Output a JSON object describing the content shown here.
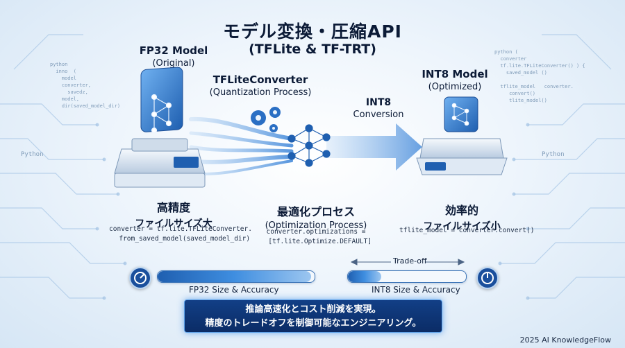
{
  "title": "モデル変換・圧縮API",
  "subtitle": "(TFLite & TF-TRT)",
  "fp32": {
    "name": "FP32 Model",
    "note": "(Original)"
  },
  "converter": {
    "name": "TFLiteConverter",
    "note": "(Quantization Process)"
  },
  "int8_conv": {
    "name": "INT8",
    "note": "Conversion"
  },
  "int8": {
    "name": "INT8 Model",
    "note": "(Optimized)"
  },
  "left_section": {
    "line1": "高精度",
    "line2": "ファイルサイズ大",
    "code": "converter = tf.lite.TFLiteConverter.\n  from_saved_model(saved_model_dir)"
  },
  "mid_section": {
    "line1": "最適化プロセス",
    "line2": "(Optimization Process)",
    "code": "converter.optimizations =\n  [tf.lite.Optimize.DEFAULT]"
  },
  "right_section": {
    "line1": "効率的",
    "line2": "ファイルサイズ小",
    "code": "tflite_model = converter.convert()"
  },
  "tradeoff": "Trade-off",
  "bars": [
    {
      "label": "FP32 Size & Accuracy",
      "level": 0.98
    },
    {
      "label": "INT8 Size & Accuracy",
      "level": 0.28
    }
  ],
  "banner": {
    "line1": "推論高速化とコスト削減を実現。",
    "line2": "精度のトレードオフを制御可能なエンジニアリング。"
  },
  "footer": "2025 AI KnowledgeFlow",
  "bg_code_left": "python\n  inno  (\n    model\n    converter,\n      savedz,\n    model,\n    dir(saved_model_dir)",
  "bg_code_right": "python (\n  converter\n  tf.lite.TFLiteConverter() ) {\n    saved_model ()\n\n  tflite_model   converter.\n     convert()\n     tlite_model()",
  "bg_python_1": "Python",
  "bg_python_2": "Python",
  "colors": {
    "accent": "#2f7fd6",
    "dark": "#0b2c66",
    "arrow": "#4a90e2"
  },
  "icons": [
    "neural-network-icon",
    "gear-icon",
    "gauge-icon",
    "scale-icon"
  ]
}
